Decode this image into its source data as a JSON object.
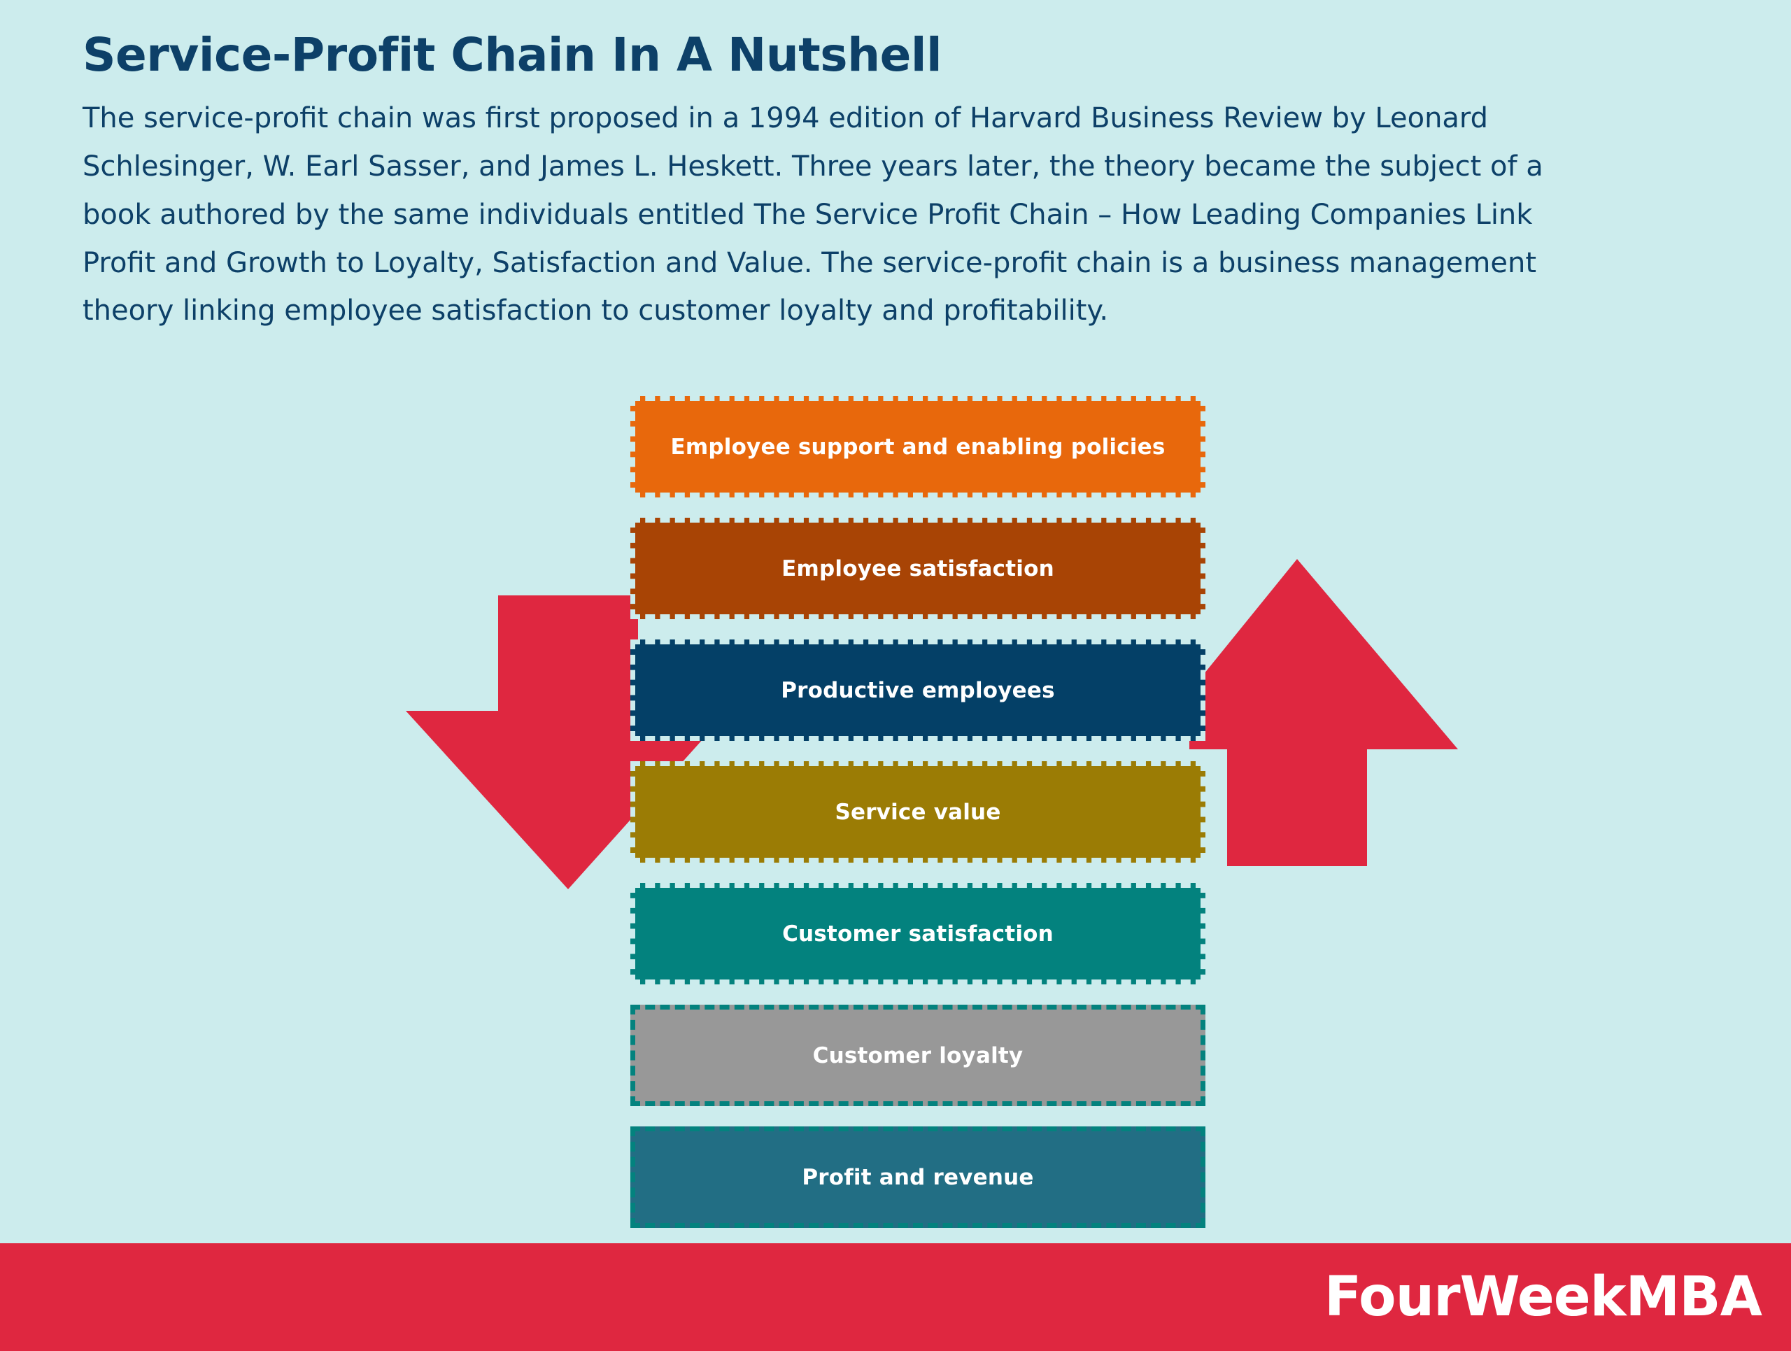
{
  "page": {
    "background_color": "#cceced",
    "title": "Service-Profit Chain In A Nutshell",
    "paragraph": "The service-profit chain was first proposed in a 1994 edition of Harvard Business Review by Leonard Schlesinger, W. Earl Sasser, and James L. Heskett. Three years later, the theory became the subject of a book authored by the same individuals entitled The Service Profit Chain – How Leading Companies Link Profit and Growth to Loyalty, Satisfaction and Value. The service-profit chain is a business management theory linking employee satisfaction to customer loyalty and profitability.",
    "title_color": "#0d4068",
    "text_color": "#0d4068"
  },
  "diagram": {
    "boxes": [
      {
        "label": "Employee support and enabling policies",
        "fill": "#e8680c",
        "border": "#cceced",
        "text_color": "#ffffff"
      },
      {
        "label": "Employee satisfaction",
        "fill": "#a84405",
        "border": "#cceced",
        "text_color": "#ffffff"
      },
      {
        "label": "Productive employees",
        "fill": "#044067",
        "border": "#cceced",
        "text_color": "#ffffff"
      },
      {
        "label": "Service value",
        "fill": "#9b7c05",
        "border": "#cceced",
        "text_color": "#ffffff"
      },
      {
        "label": "Customer satisfaction",
        "fill": "#03827e",
        "border": "#cceced",
        "text_color": "#ffffff"
      },
      {
        "label": "Customer loyalty",
        "fill": "#989898",
        "border": "#03827e",
        "text_color": "#ffffff"
      },
      {
        "label": "Profit and revenue",
        "fill": "#226e84",
        "border": "#03827e",
        "text_color": "#ffffff"
      }
    ],
    "arrows": [
      {
        "name": "down-arrow",
        "direction": "down",
        "color": "#df2740"
      },
      {
        "name": "up-arrow",
        "direction": "up",
        "color": "#df2740"
      }
    ]
  },
  "footer": {
    "background_color": "#df2740",
    "brand": "FourWeekMBA",
    "brand_color": "#ffffff"
  }
}
